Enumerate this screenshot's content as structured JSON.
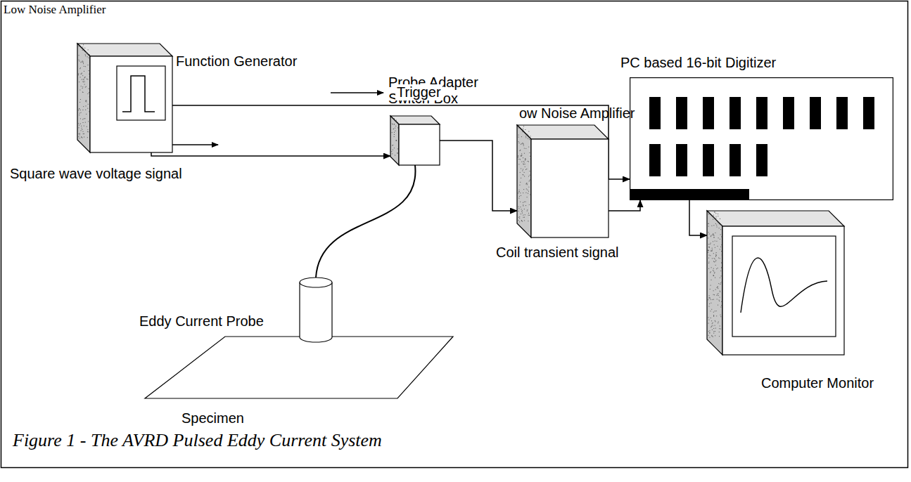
{
  "diagram": {
    "caption": "Figure 1 - The AVRD Pulsed Eddy Current System",
    "nodes": [
      {
        "text": [
          "Function Generator"
        ]
      },
      {
        "text": [
          "PC based 16-bit Digitizer"
        ]
      },
      {
        "text": [
          "Probe Adapter Switch Box"
        ]
      },
      {
        "text": [
          "ow Noise Amplifier"
        ]
      },
      {
        "text": [
          "Eddy Current Probe"
        ]
      },
      {
        "text": [
          "Computer Monitor"
        ]
      },
      {
        "text": [
          "Specimen"
        ]
      }
    ],
    "edges": [
      {
        "from": 0,
        "to": 1,
        "label": "Trigger",
        "arrow": "to"
      },
      {
        "from": 0,
        "to": 2,
        "label": "Square wave voltage signal",
        "arrow": "to"
      },
      {
        "from": 2,
        "to": 4,
        "arrow": "none"
      },
      {
        "from": 2,
        "to": 3,
        "label": "Coil transient signal",
        "arrow": "to"
      },
      {
        "from": 3,
        "to": 1,
        "arrow": "to"
      },
      {
        "from": 1,
        "to": 5,
        "arrow": "to"
      }
    ],
    "labels": [
      "Low Noise Amplifier"
    ]
  }
}
